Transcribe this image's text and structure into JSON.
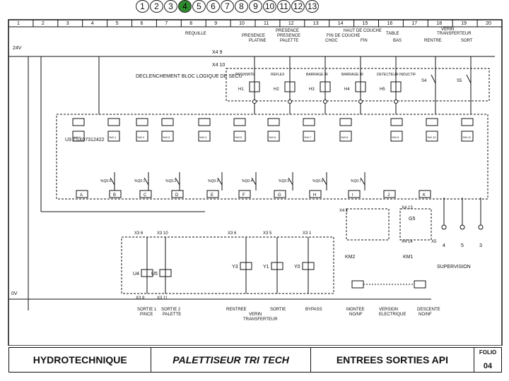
{
  "page_tabs": [
    "1",
    "2",
    "3",
    "4",
    "5",
    "6",
    "7",
    "8",
    "9",
    "10",
    "11",
    "12",
    "13"
  ],
  "active_tab_index": 3,
  "column_numbers": [
    "1",
    "2",
    "3",
    "4",
    "5",
    "6",
    "7",
    "8",
    "9",
    "10",
    "11",
    "12",
    "13",
    "14",
    "15",
    "16",
    "17",
    "18",
    "19",
    "20"
  ],
  "top_labels": [
    "REQUILLE",
    "PRESENCE",
    "HAUT DE COUCHE",
    "VERIN",
    "PRESENCE",
    "PRESENCE",
    "FIN DE COUCHE",
    "TABLE",
    "TRANSFERTEUR",
    "PLATINE",
    "PALETTE",
    "CHOC",
    "FIN",
    "BAS",
    "RENTRE",
    "SORT"
  ],
  "rail_labels": {
    "v24": "24V",
    "ov": "0V",
    "x49": "X4 9",
    "x410": "X4 10"
  },
  "sensor_labels": [
    "PROXIMITE",
    "REFLEX",
    "BARRAGE IR",
    "BARRAGE IR",
    "DETECTEUR INDUCTIF"
  ],
  "sensor_ids": [
    "H1",
    "H2",
    "H3",
    "H4",
    "H5"
  ],
  "switch_ids": [
    "S4",
    "S5"
  ],
  "logic_label": "DECLENCHEMENT BLOC LOGIQUE DE SECU",
  "plc_label": "U3 TSX07312422",
  "input_addresses": [
    "%I0.0",
    "%I0.1",
    "%I0.2",
    "%I0.3",
    "%I0.4",
    "%I0.5",
    "%I0.6",
    "%I0.7",
    "%I0.8",
    "%I0.9",
    "%I0.10",
    "%I0.11"
  ],
  "output_addresses": [
    "%Q0.0",
    "%Q0.1",
    "%Q0.2",
    "%Q0.3",
    "%Q0.4",
    "%Q0.5",
    "%Q0.6",
    "%Q0.7"
  ],
  "plc_output_terminals": [
    "A",
    "B",
    "C",
    "D",
    "E",
    "F",
    "G",
    "H",
    "I",
    "J",
    "K"
  ],
  "terminal_labels": [
    "X3 6",
    "X3 10",
    "X3 6",
    "X3 5",
    "X3 1",
    "X3 9",
    "X3 11",
    "X4 1",
    "X4 13",
    "X4 14",
    "X5"
  ],
  "coil_labels": [
    "U4",
    "U5",
    "Y3",
    "Y1",
    "Y0"
  ],
  "km_labels": [
    "KM2",
    "KM1"
  ],
  "supervision": {
    "label": "SUPERVISION",
    "ids": [
      "4",
      "5",
      "3"
    ]
  },
  "sensor_right": "G5",
  "bottom_labels": [
    "SORTIE 1",
    "SORTIE 2",
    "RENTREE",
    "SORTIE",
    "BYPASS",
    "PINCE",
    "PALETTE",
    "VERIN",
    "TRANSFERTEUR",
    "MONTEE",
    "VERSION",
    "DESCENTE",
    "NO/NF",
    "ELECTRIQUE",
    "NO/NF"
  ],
  "title_block": {
    "company": "HYDROTECHNIQUE",
    "project": "PALETTISEUR TRI TECH",
    "page_title": "ENTREES SORTIES API",
    "folio_label": "FOLIO",
    "folio_number": "04"
  },
  "colors": {
    "line": "#111111",
    "accent": "#2e8b2e",
    "blue": "#1a2fd8"
  }
}
